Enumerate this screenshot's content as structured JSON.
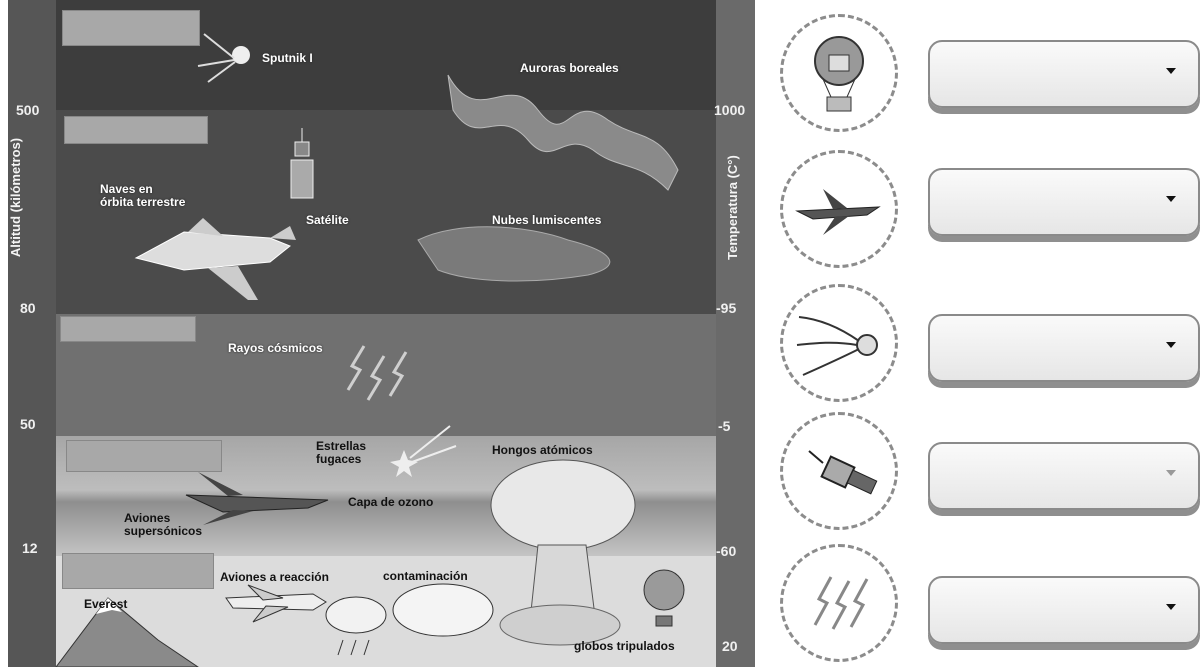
{
  "diagram": {
    "left_axis": {
      "title": "Altitud (kilómetros)",
      "ticks": [
        "500",
        "80",
        "50",
        "12"
      ]
    },
    "right_axis": {
      "title": "Temperatura (C°)",
      "ticks": [
        "1000",
        "-95",
        "-5",
        "-60",
        "20"
      ]
    },
    "labels": {
      "sputnik": "Sputnik I",
      "auroras": "Auroras boreales",
      "naves": "Naves en\nórbita terrestre",
      "satelite": "Satélite",
      "nubes": "Nubes lumiscentes",
      "rayos": "Rayos cósmicos",
      "estrellas": "Estrellas\nfugaces",
      "hongos": "Hongos atómicos",
      "ozono": "Capa de ozono",
      "aviones_super": "Aviones\nsupersónicos",
      "aviones_reaccion": "Aviones a reacción",
      "contaminacion": "contaminación",
      "everest": "Everest",
      "globos": "globos tripulados"
    },
    "colors": {
      "exosphere": "#3d3d3d",
      "thermosphere": "#4a4a4a",
      "mesosphere": "#6f6f6f",
      "stratosphere": "#9c9c9c",
      "troposphere": "#d7d7d7"
    }
  },
  "answer_icons": [
    "balloon-icon",
    "jet-icon",
    "sputnik-icon",
    "satellite-icon",
    "cosmic-rays-icon"
  ],
  "dropdowns": [
    {
      "value": ""
    },
    {
      "value": ""
    },
    {
      "value": ""
    },
    {
      "value": ""
    },
    {
      "value": ""
    }
  ]
}
